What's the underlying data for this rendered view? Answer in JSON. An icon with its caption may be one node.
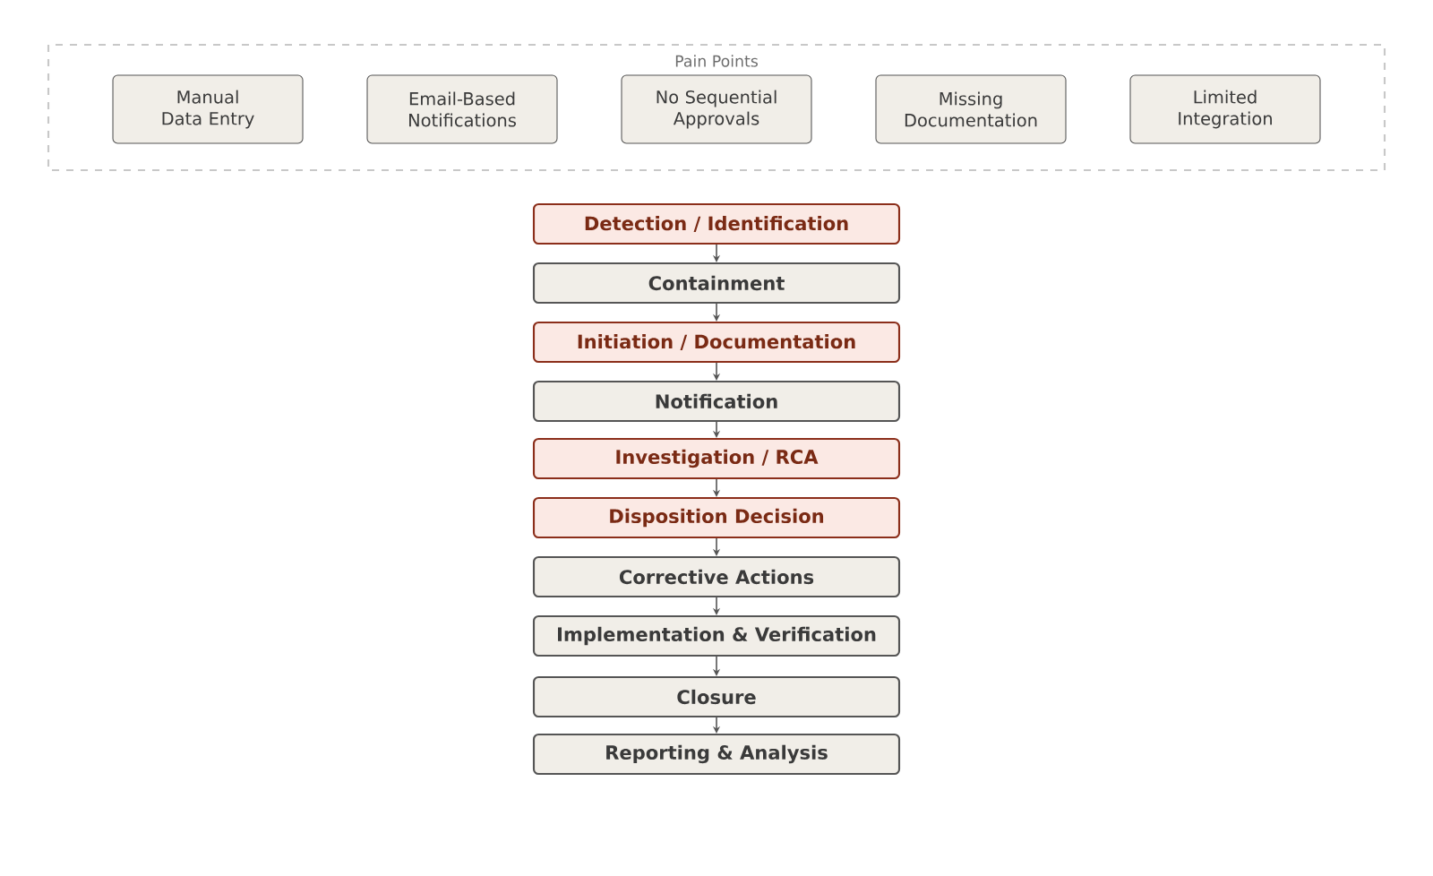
{
  "diagram": {
    "nodes": [
      {
        "text": [
          "Pain Points"
        ]
      },
      {
        "text": [
          "Manual Data Entry"
        ],
        "in": 0
      },
      {
        "text": [
          "Email-Based Notifications"
        ],
        "in": 0
      },
      {
        "text": [
          "No Sequential Approvals"
        ],
        "in": 0
      },
      {
        "text": [
          "Missing Documentation"
        ],
        "in": 0
      },
      {
        "text": [
          "Limited Integration"
        ],
        "in": 0
      },
      {
        "text": [
          "Detection / Identification"
        ]
      },
      {
        "text": [
          "Containment"
        ]
      },
      {
        "text": [
          "Initiation / Documentation"
        ]
      },
      {
        "text": [
          "Notification"
        ]
      },
      {
        "text": [
          "Investigation / RCA"
        ]
      },
      {
        "text": [
          "Disposition Decision"
        ]
      },
      {
        "text": [
          "Corrective Actions"
        ]
      },
      {
        "text": [
          "Implementation & Verification"
        ]
      },
      {
        "text": [
          "Closure"
        ]
      },
      {
        "text": [
          "Reporting & Analysis"
        ]
      }
    ],
    "edges": [
      {
        "from": 6,
        "to": 7,
        "arrow": "to"
      },
      {
        "from": 7,
        "to": 8,
        "arrow": "to"
      },
      {
        "from": 8,
        "to": 9,
        "arrow": "to"
      },
      {
        "from": 9,
        "to": 10,
        "arrow": "to"
      },
      {
        "from": 10,
        "to": 11,
        "arrow": "to"
      },
      {
        "from": 11,
        "to": 12,
        "arrow": "to"
      },
      {
        "from": 12,
        "to": 13,
        "arrow": "to"
      },
      {
        "from": 13,
        "to": 14,
        "arrow": "to"
      },
      {
        "from": 14,
        "to": 15,
        "arrow": "to"
      }
    ]
  }
}
